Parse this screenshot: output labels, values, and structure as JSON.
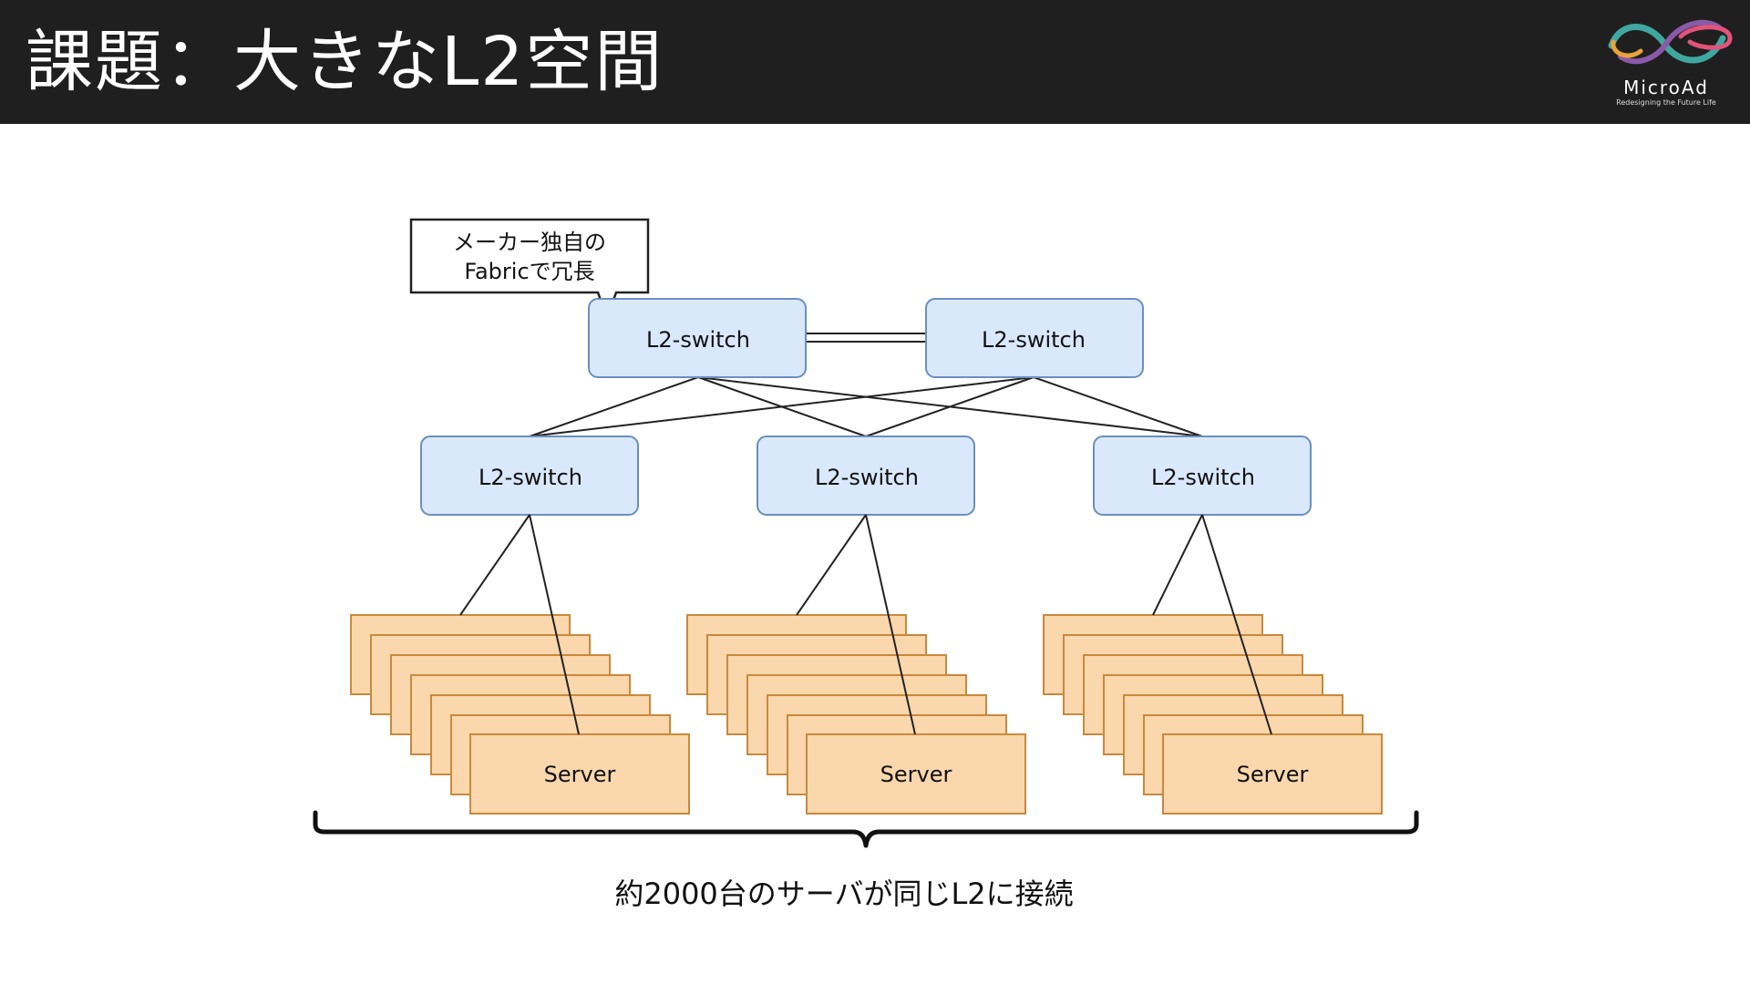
{
  "header": {
    "title": "課題：大きなL2空間",
    "logo_name": "MicroAd",
    "logo_tagline": "Redesigning the Future Life"
  },
  "diagram": {
    "callout": {
      "line1": "メーカー独自の",
      "line2": "Fabricで冗長"
    },
    "core_switches": [
      {
        "label": "L2-switch"
      },
      {
        "label": "L2-switch"
      }
    ],
    "access_switches": [
      {
        "label": "L2-switch"
      },
      {
        "label": "L2-switch"
      },
      {
        "label": "L2-switch"
      }
    ],
    "server_groups": [
      {
        "label": "Server"
      },
      {
        "label": "Server"
      },
      {
        "label": "Server"
      }
    ],
    "caption": "約2000台のサーバが同じL2に接続"
  },
  "colors": {
    "header_bg": "#201f1f",
    "switch_fill": "#dae8fc",
    "switch_stroke": "#6c8ebf",
    "server_fill": "#fad7ac",
    "server_stroke": "#c9893d"
  }
}
